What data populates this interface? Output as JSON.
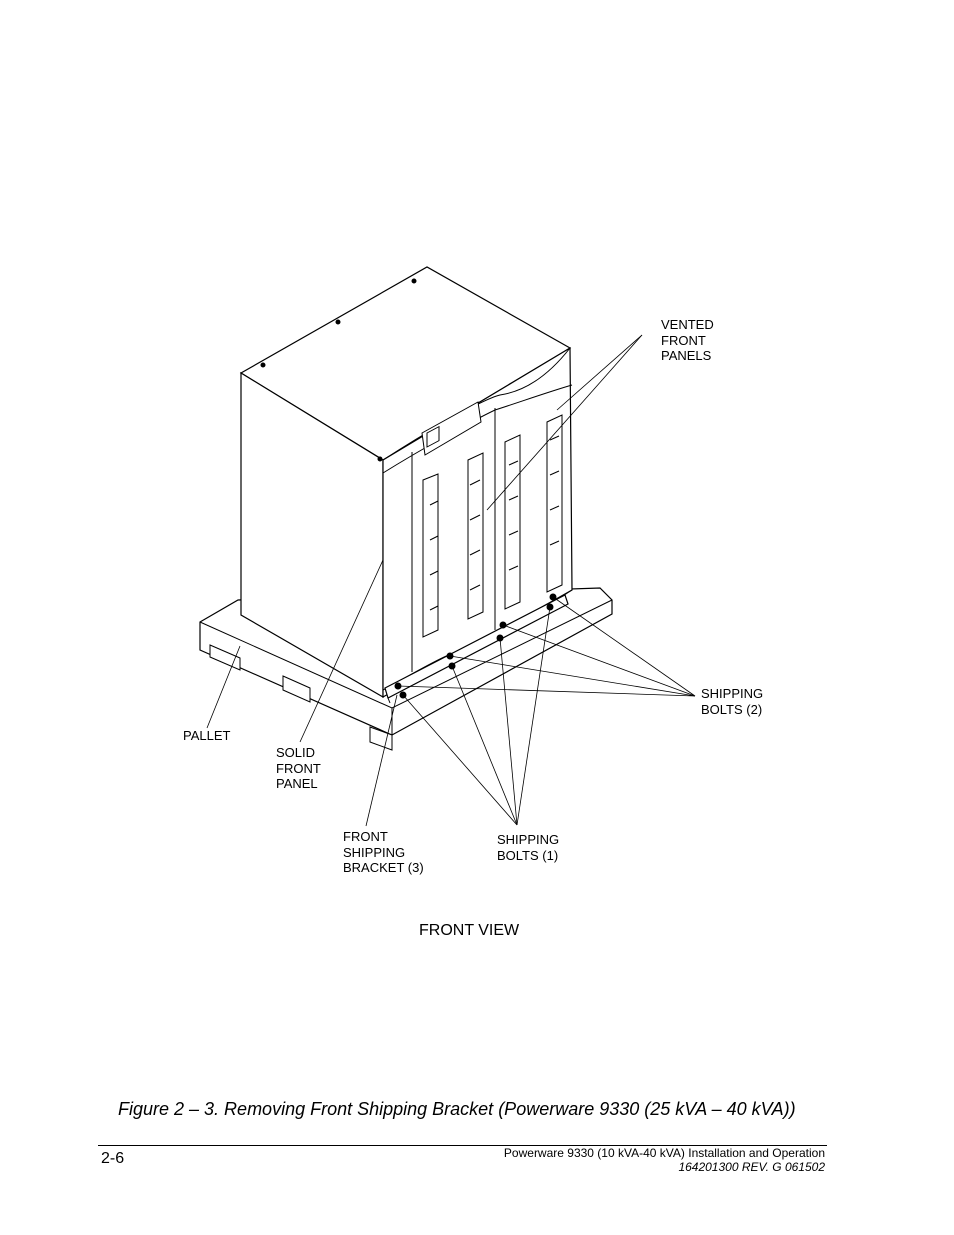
{
  "figure": {
    "callouts": {
      "vented_front_panels": "VENTED\nFRONT\nPANELS",
      "shipping_bolts_2": "SHIPPING\nBOLTS (2)",
      "pallet": "PALLET",
      "solid_front_panel": "SOLID\nFRONT\nPANEL",
      "front_shipping_bracket": "FRONT\nSHIPPING\nBRACKET (3)",
      "shipping_bolts_1": "SHIPPING\nBOLTS (1)"
    },
    "view_label": "FRONT VIEW",
    "caption": "Figure 2 – 3. Removing Front Shipping Bracket (Powerware 9330 (25 kVA – 40 kVA))"
  },
  "footer": {
    "page_number": "2-6",
    "doc_title": "Powerware 9330 (10 kVA-40 kVA) Installation and Operation",
    "doc_revision": "164201300 REV. G  061502"
  }
}
